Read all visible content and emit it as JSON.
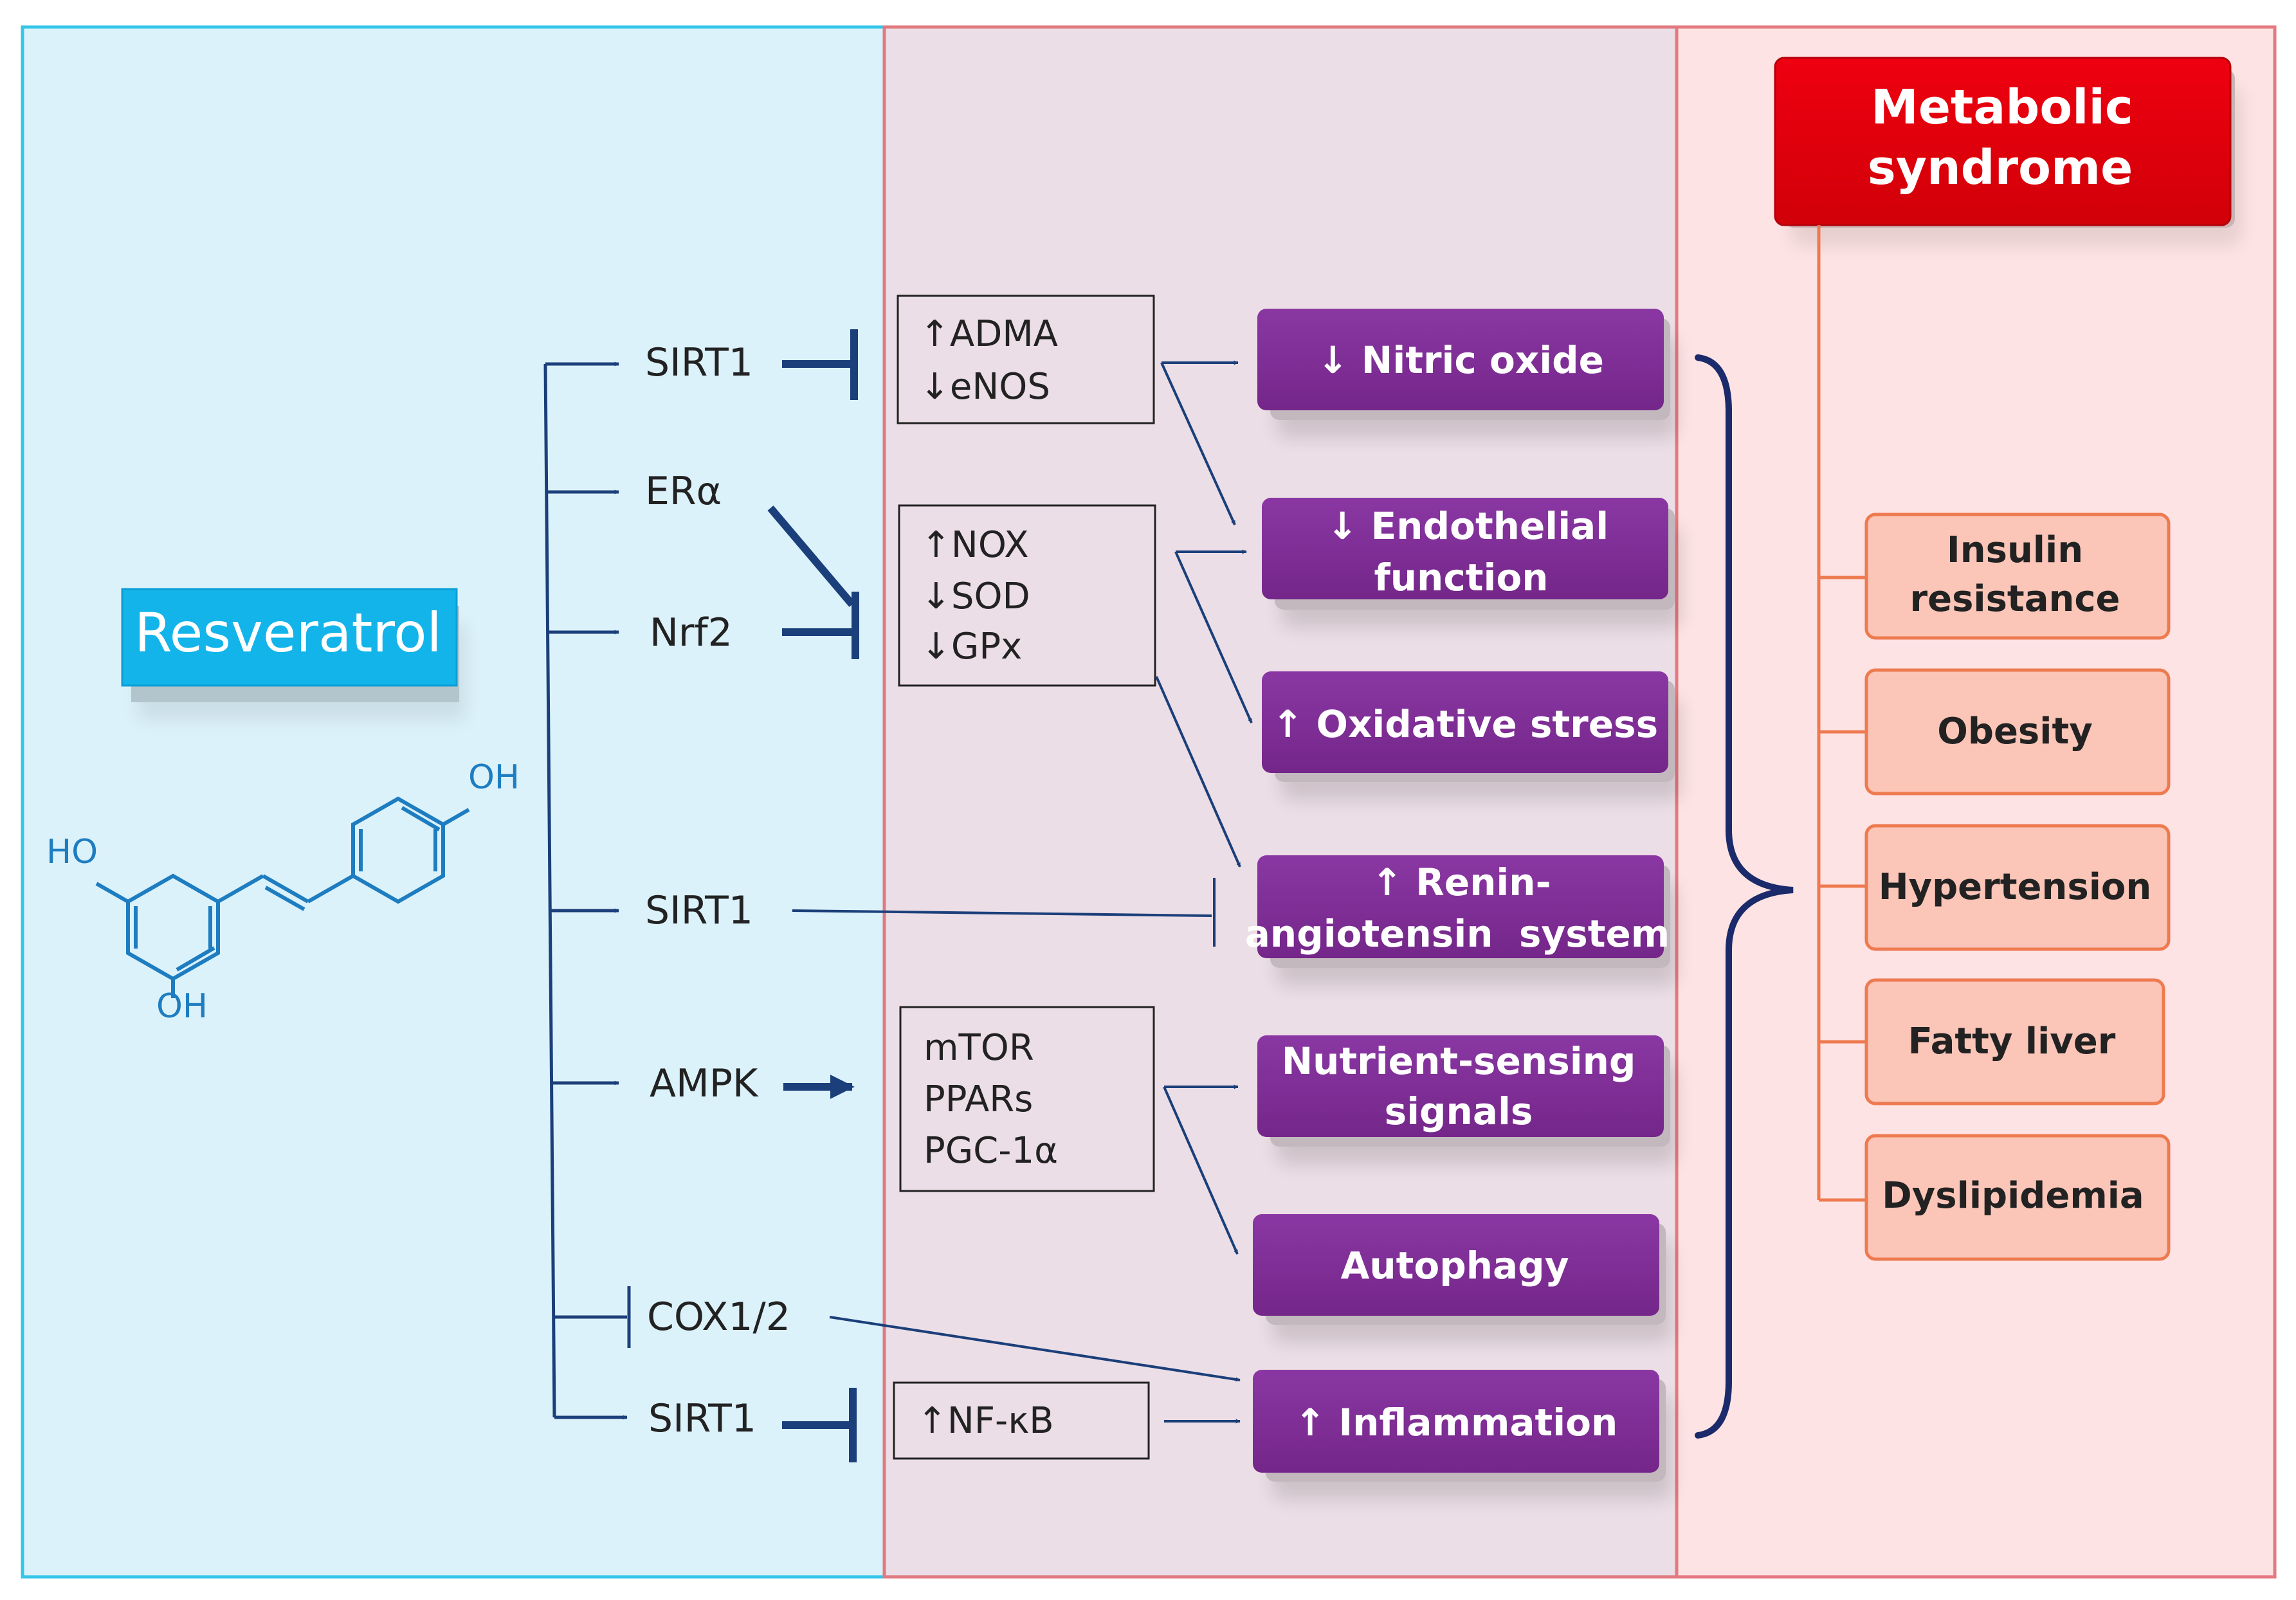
{
  "resveratrol": {
    "label": "Resveratrol",
    "ho_left": "HO",
    "oh_right": "OH",
    "oh_bottom": "OH"
  },
  "targets": {
    "sirt1_a": "SIRT1",
    "era": "ERα",
    "nrf2": "Nrf2",
    "sirt1_b": "SIRT1",
    "ampk": "AMPK",
    "cox": "COX1/2",
    "sirt1_c": "SIRT1"
  },
  "mediators": {
    "box1": [
      "↑ADMA",
      "↓eNOS"
    ],
    "box2": [
      "↑NOX",
      "↓SOD",
      "↓GPx"
    ],
    "box3": [
      "mTOR",
      "PPARs",
      "PGC-1α"
    ],
    "box4": [
      "↑NF-κB"
    ]
  },
  "effects": [
    [
      "↓ Nitric oxide"
    ],
    [
      "↓ Endothelial",
      "function"
    ],
    [
      "↑ Oxidative stress"
    ],
    [
      "↑ Renin-",
      "angiotensin  system"
    ],
    [
      "Nutrient-sensing",
      "signals"
    ],
    [
      "Autophagy"
    ],
    [
      "↑ Inflammation"
    ]
  ],
  "metabolic": {
    "title": [
      "Metabolic",
      "syndrome"
    ],
    "items": [
      [
        "Insulin",
        "resistance"
      ],
      [
        "Obesity"
      ],
      [
        "Hypertension"
      ],
      [
        "Fatty liver"
      ],
      [
        "Dyslipidemia"
      ]
    ]
  },
  "colors": {
    "panel_left": "#dcf2fb",
    "panel_mid": "#ecdee6",
    "panel_right": "#fde3e3",
    "arrow": "#1b3f7a",
    "effect_box": "#7f2e97",
    "metabolic_title": "#e0000a",
    "metabolic_item": "#fbc5b8",
    "metabolic_line": "#ee7a4f",
    "resveratrol_box": "#12b4ea",
    "molecule": "#1e7dc0"
  }
}
